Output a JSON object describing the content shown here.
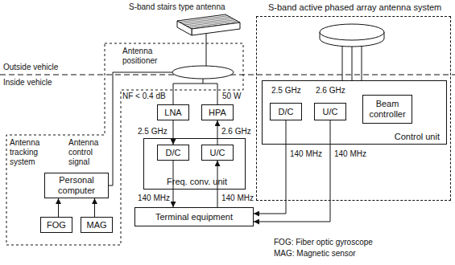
{
  "diagram": {
    "nodes": [
      {
        "text": [
          "S-band active phased array antenna system"
        ]
      },
      {
        "text": [
          "Control unit"
        ],
        "in": 0
      },
      {
        "text": [
          "D/C"
        ],
        "in": 1
      },
      {
        "text": [
          "U/C"
        ],
        "in": 1
      },
      {
        "text": [
          "Beam controller"
        ],
        "in": 1
      },
      {
        "text": [
          "LNA"
        ]
      },
      {
        "text": [
          "HPA"
        ]
      },
      {
        "text": [
          "Freq. conv. unit"
        ]
      },
      {
        "text": [
          "D/C"
        ],
        "in": 7
      },
      {
        "text": [
          "U/C"
        ],
        "in": 7
      },
      {
        "text": [
          "Personal computer"
        ]
      },
      {
        "text": [
          "FOG"
        ]
      },
      {
        "text": [
          "MAG"
        ]
      },
      {
        "text": [
          "Terminal equipment"
        ]
      }
    ],
    "edges": [
      {
        "from": 5,
        "to": 8,
        "arrow": "to"
      },
      {
        "from": 9,
        "to": 6,
        "arrow": "to"
      },
      {
        "from": 8,
        "to": 13,
        "arrow": "to"
      },
      {
        "from": 13,
        "to": 9,
        "arrow": "to"
      },
      {
        "from": 11,
        "to": 10,
        "arrow": "to"
      },
      {
        "from": 12,
        "to": 10,
        "arrow": "to"
      },
      {
        "from": 2,
        "to": 13,
        "arrow": "to"
      },
      {
        "from": 3,
        "to": 13,
        "arrow": "to"
      }
    ],
    "labels": [
      "S-band stairs type antenna",
      "Outside vehicle",
      "Inside vehicle",
      "Antenna positioner",
      "NF < 0.4 dB",
      "50 W",
      "2.5 GHz",
      "2.6 GHz",
      "140 MHz",
      "140 MHz",
      "Antenna tracking system",
      "Antenna control signal",
      "2.5 GHz",
      "2.6 GHz",
      "140 MHz",
      "140 MHz",
      "FOG: Fiber optic gyroscope",
      "MAG: Magnetic sensor"
    ]
  }
}
